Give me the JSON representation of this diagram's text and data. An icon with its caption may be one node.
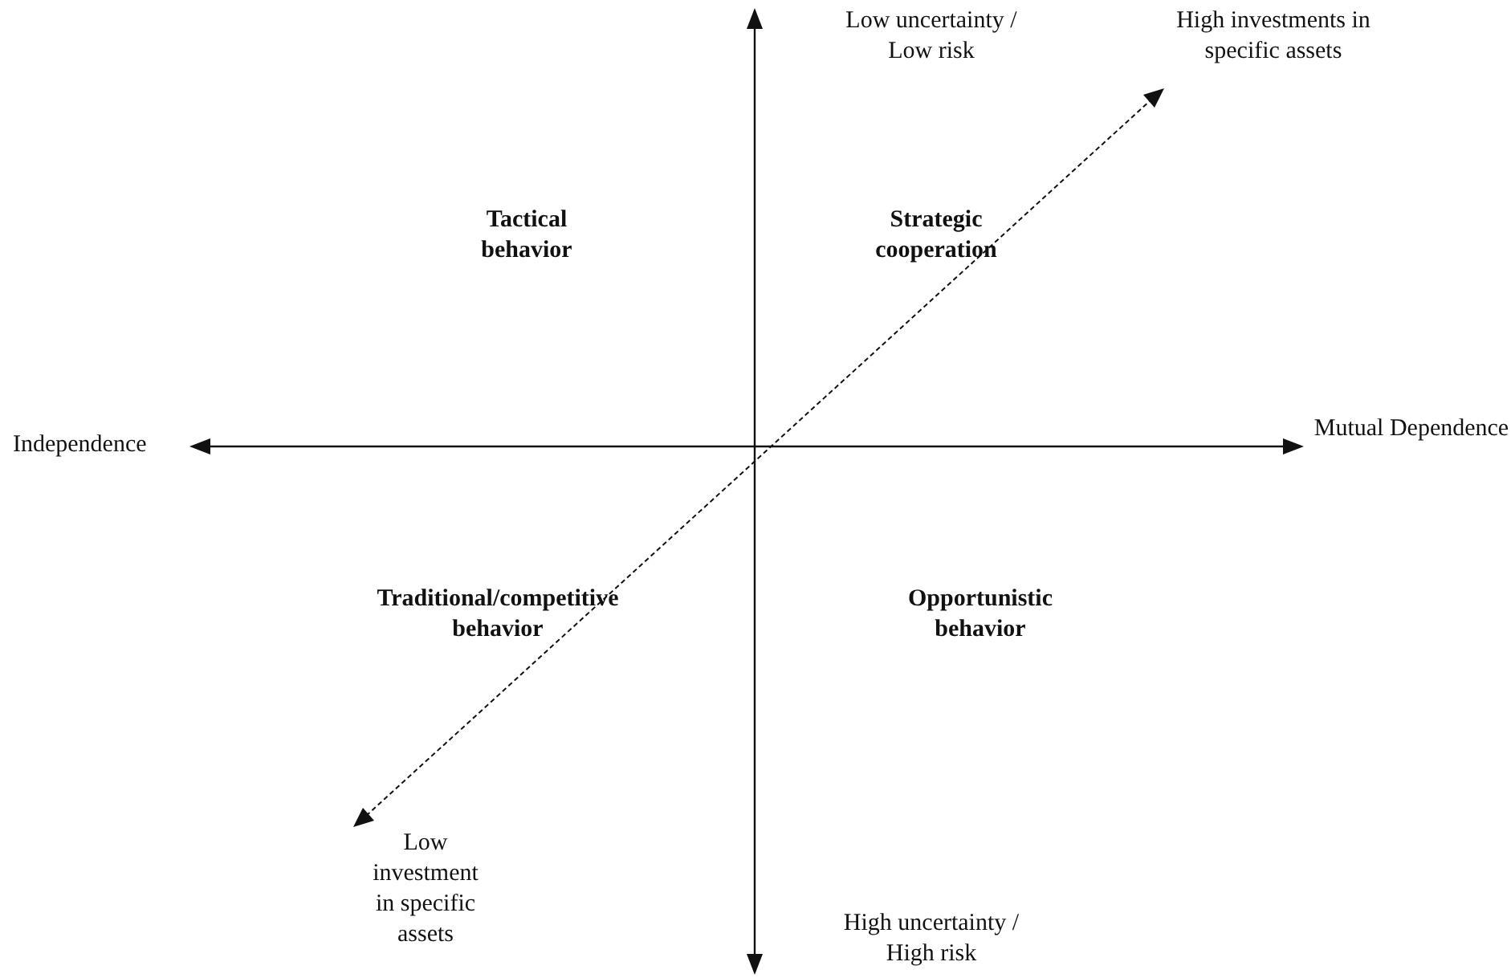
{
  "diagram": {
    "labels": [
      "Low uncertainty / Low risk",
      "High investments in specific assets",
      "Tactical behavior",
      "Strategic cooperation",
      "Independence",
      "Mutual Dependence",
      "Traditional/competitive behavior",
      "Opportunistic behavior",
      "Low investment in specific assets",
      "High uncertainty / High risk"
    ]
  }
}
